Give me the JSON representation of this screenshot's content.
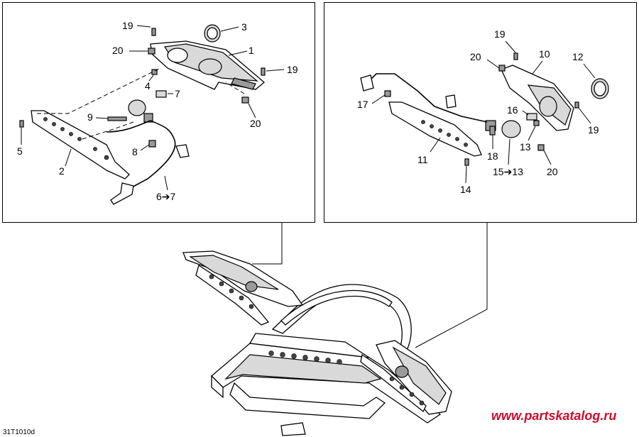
{
  "diagram_code": "31T1010d",
  "watermark": {
    "text": "www.partskatalog.ru",
    "color": "#c8102e"
  },
  "left_panel": {
    "callouts": [
      {
        "id": "19",
        "text": "19"
      },
      {
        "id": "3",
        "text": "3"
      },
      {
        "id": "20a",
        "text": "20"
      },
      {
        "id": "1",
        "text": "1"
      },
      {
        "id": "19b",
        "text": "19"
      },
      {
        "id": "4",
        "text": "4"
      },
      {
        "id": "7",
        "text": "7"
      },
      {
        "id": "9",
        "text": "9"
      },
      {
        "id": "20b",
        "text": "20"
      },
      {
        "id": "5",
        "text": "5"
      },
      {
        "id": "8",
        "text": "8"
      },
      {
        "id": "2",
        "text": "2"
      },
      {
        "id": "67",
        "text": "6➔7"
      }
    ]
  },
  "right_panel": {
    "callouts": [
      {
        "id": "19",
        "text": "19"
      },
      {
        "id": "20a",
        "text": "20"
      },
      {
        "id": "10",
        "text": "10"
      },
      {
        "id": "12",
        "text": "12"
      },
      {
        "id": "17",
        "text": "17"
      },
      {
        "id": "16",
        "text": "16"
      },
      {
        "id": "19b",
        "text": "19"
      },
      {
        "id": "13",
        "text": "13"
      },
      {
        "id": "11",
        "text": "11"
      },
      {
        "id": "18",
        "text": "18"
      },
      {
        "id": "20b",
        "text": "20"
      },
      {
        "id": "1513",
        "text": "15➔13"
      },
      {
        "id": "14",
        "text": "14"
      }
    ]
  }
}
